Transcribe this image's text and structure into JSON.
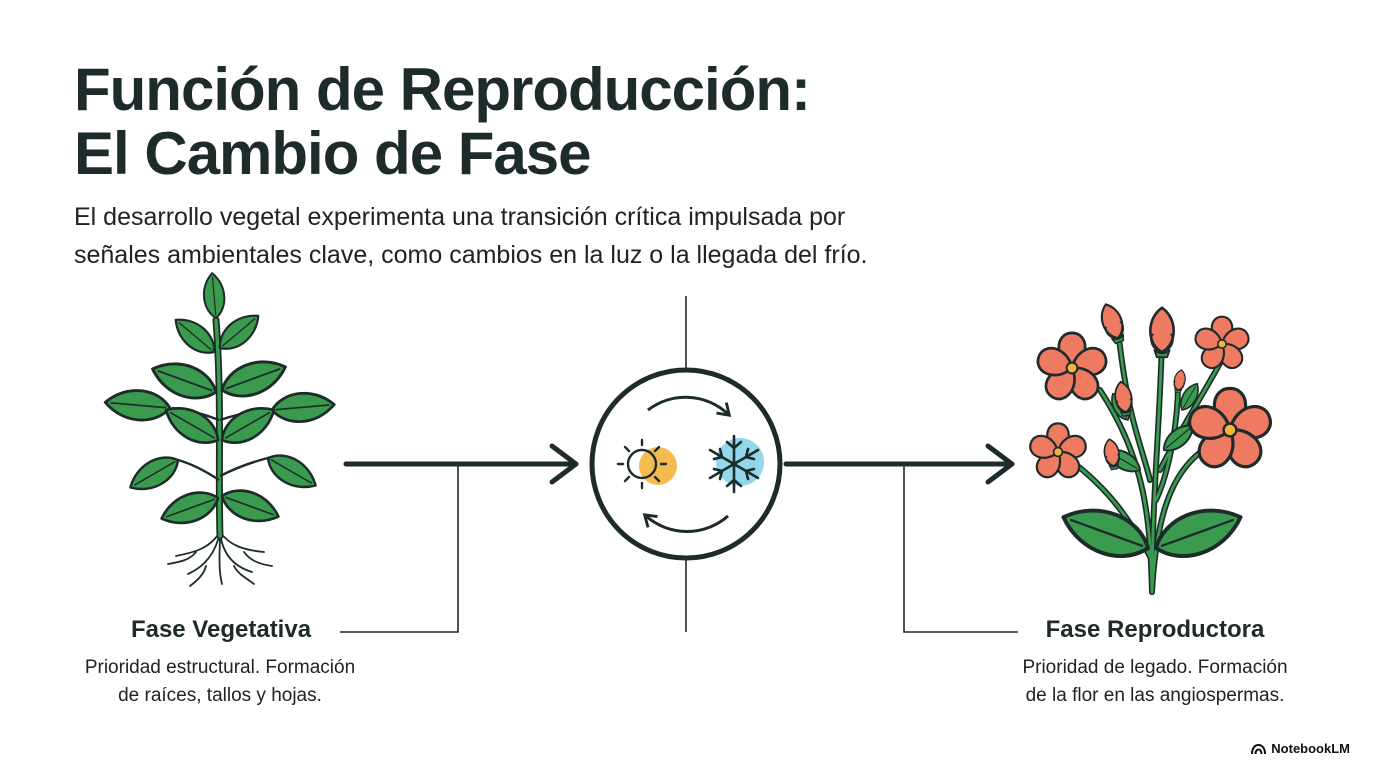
{
  "header": {
    "title_line1": "Función de Reproducción:",
    "title_line2": "El Cambio de Fase",
    "subtitle_line1": "El desarrollo vegetal experimenta una transición crítica impulsada por",
    "subtitle_line2": "señales ambientales clave, como cambios en la luz o la llegada del frío."
  },
  "phases": {
    "vegetative": {
      "title": "Fase Vegetativa",
      "desc_line1": "Prioridad estructural. Formación",
      "desc_line2": "de raíces, tallos y hojas."
    },
    "reproductive": {
      "title": "Fase Reproductora",
      "desc_line1": "Prioridad de legado. Formación",
      "desc_line2": "de la flor en las angiospermas."
    }
  },
  "icons": {
    "plant": "vegetative-plant-icon",
    "flower": "flowering-plant-icon",
    "sun": "sun-icon",
    "snowflake": "snowflake-icon",
    "cycle": "cycle-arrows-icon"
  },
  "colors": {
    "leaf": "#3a9a4e",
    "petal": "#ee7a62",
    "sun": "#f3b43c",
    "snow": "#7fd0e6",
    "ink": "#1d2b2b"
  },
  "brand": {
    "label": "NotebookLM"
  }
}
